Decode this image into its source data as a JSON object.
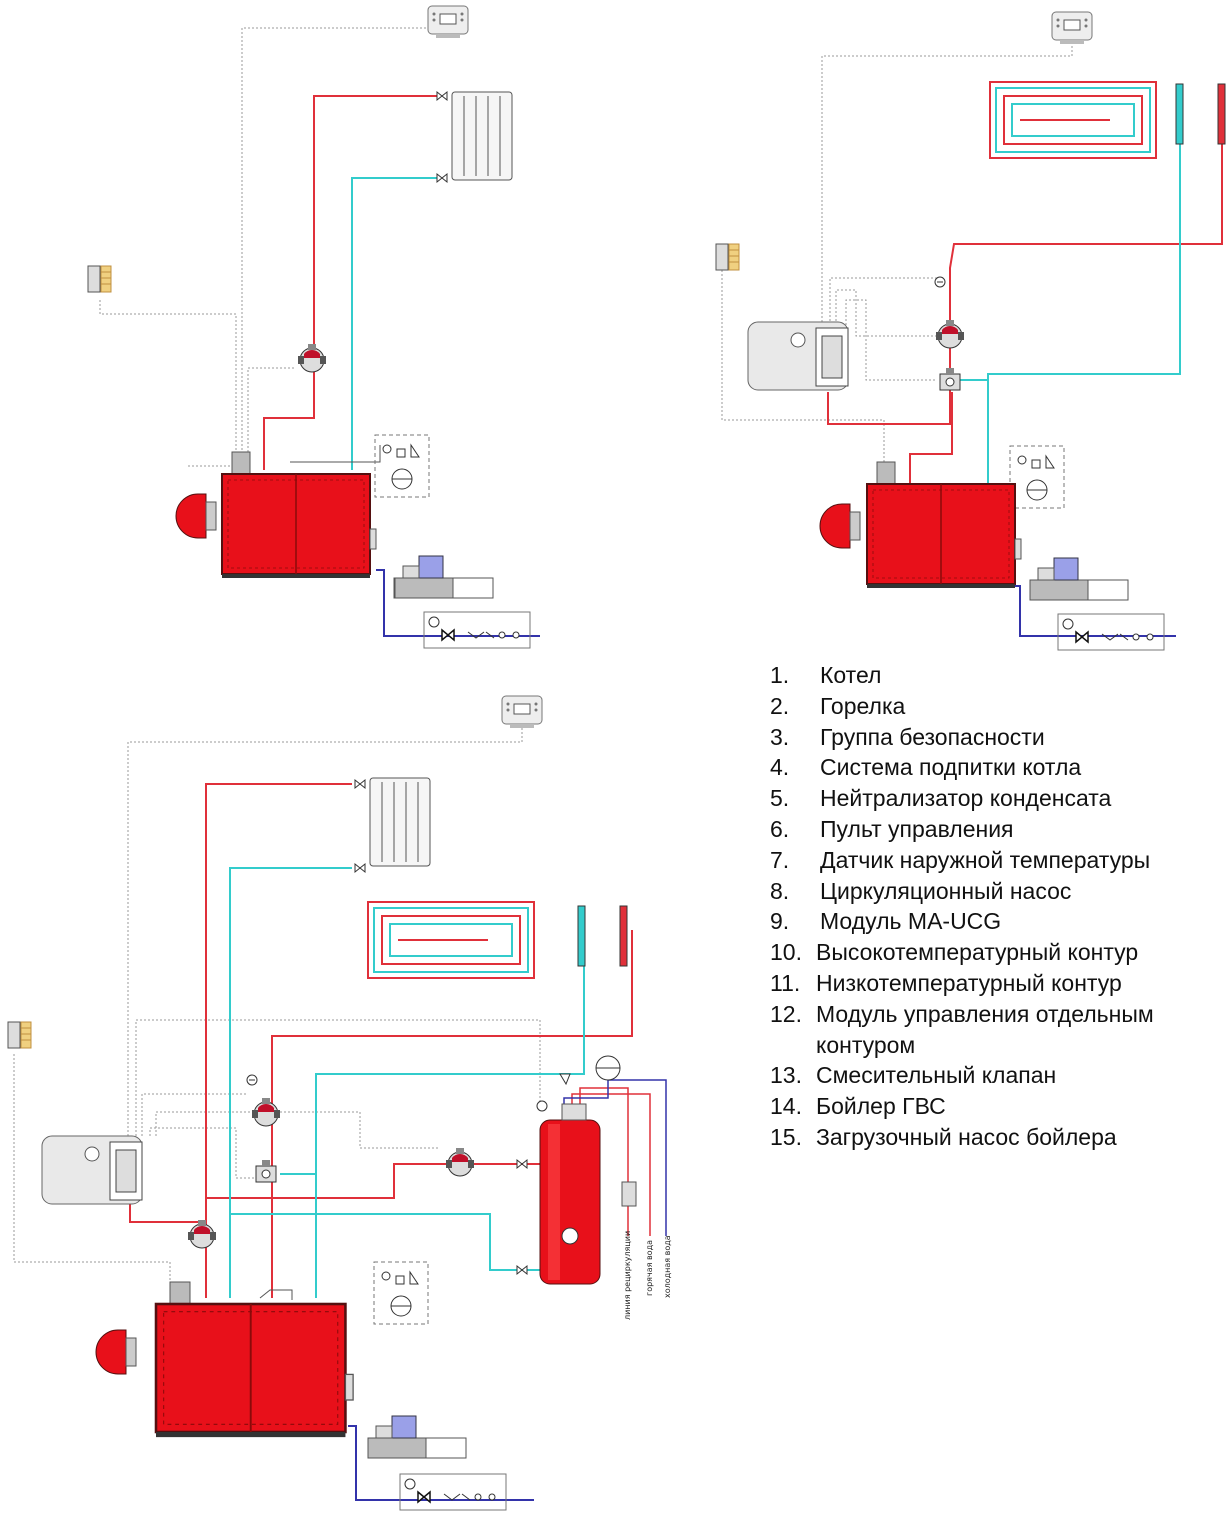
{
  "legend": {
    "items": [
      {
        "num": "1.",
        "text": "Котел"
      },
      {
        "num": "2.",
        "text": "Горелка"
      },
      {
        "num": "3.",
        "text": "Группа безопасности"
      },
      {
        "num": "4.",
        "text": "Система подпитки котла"
      },
      {
        "num": "5.",
        "text": "Нейтрализатор конденсата"
      },
      {
        "num": "6.",
        "text": "Пульт управления"
      },
      {
        "num": "7.",
        "text": "Датчик наружной температуры"
      },
      {
        "num": "8.",
        "text": "Циркуляционный насос"
      },
      {
        "num": "9.",
        "text": "Модуль MA-UCG"
      },
      {
        "num": "10.",
        "text": "Высокотемпературный контур"
      },
      {
        "num": "11.",
        "text": "Низкотемпературный контур"
      },
      {
        "num": "12.",
        "text": "Модуль управления отдельным контуром"
      },
      {
        "num": "13.",
        "text": "Смесительный клапан"
      },
      {
        "num": "14.",
        "text": "Бойлер ГВС"
      },
      {
        "num": "15.",
        "text": "Загрузочный насос бойлера"
      }
    ]
  },
  "pipe_labels": {
    "recirculation": "линия рециркуляции",
    "hot_water": "горячая вода",
    "cold_water": "холодная вода"
  },
  "colors": {
    "boiler": "#e8101a",
    "hot_pipe": "#e0303a",
    "cold_pipe": "#33cccc",
    "water_supply": "#3333aa",
    "signal": "#888888"
  }
}
